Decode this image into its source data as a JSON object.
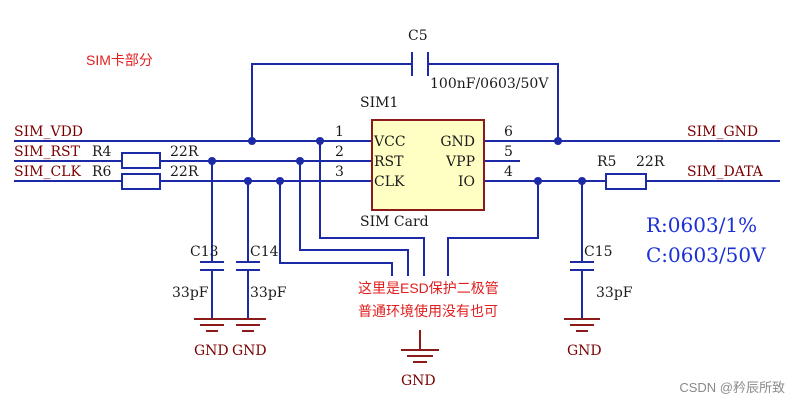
{
  "section_title": "SIM卡部分",
  "chip": {
    "designator": "SIM1",
    "name": "SIM Card",
    "left_pins": [
      {
        "num": "1",
        "name": "VCC"
      },
      {
        "num": "2",
        "name": "RST"
      },
      {
        "num": "3",
        "name": "CLK"
      }
    ],
    "right_pins": [
      {
        "num": "6",
        "name": "GND"
      },
      {
        "num": "5",
        "name": "VPP"
      },
      {
        "num": "4",
        "name": "IO"
      }
    ]
  },
  "nets": {
    "sim_vdd": "SIM_VDD",
    "sim_rst": "SIM_RST",
    "sim_clk": "SIM_CLK",
    "sim_gnd": "SIM_GND",
    "sim_data": "SIM_DATA"
  },
  "resistors": [
    {
      "designator": "R4",
      "value": "22R"
    },
    {
      "designator": "R6",
      "value": "22R"
    },
    {
      "designator": "R5",
      "value": "22R"
    }
  ],
  "capacitors": [
    {
      "designator": "C5",
      "value": "100nF/0603/50V"
    },
    {
      "designator": "C13",
      "value": "33pF"
    },
    {
      "designator": "C14",
      "value": "33pF"
    },
    {
      "designator": "C15",
      "value": "33pF"
    }
  ],
  "gnd_label": "GND",
  "esd_note": [
    "这里是ESD保护二极管",
    "普通环境使用没有也可"
  ],
  "spec_note": [
    "R:0603/1%",
    "C:0603/50V"
  ],
  "watermark": "CSDN @矜辰所致"
}
